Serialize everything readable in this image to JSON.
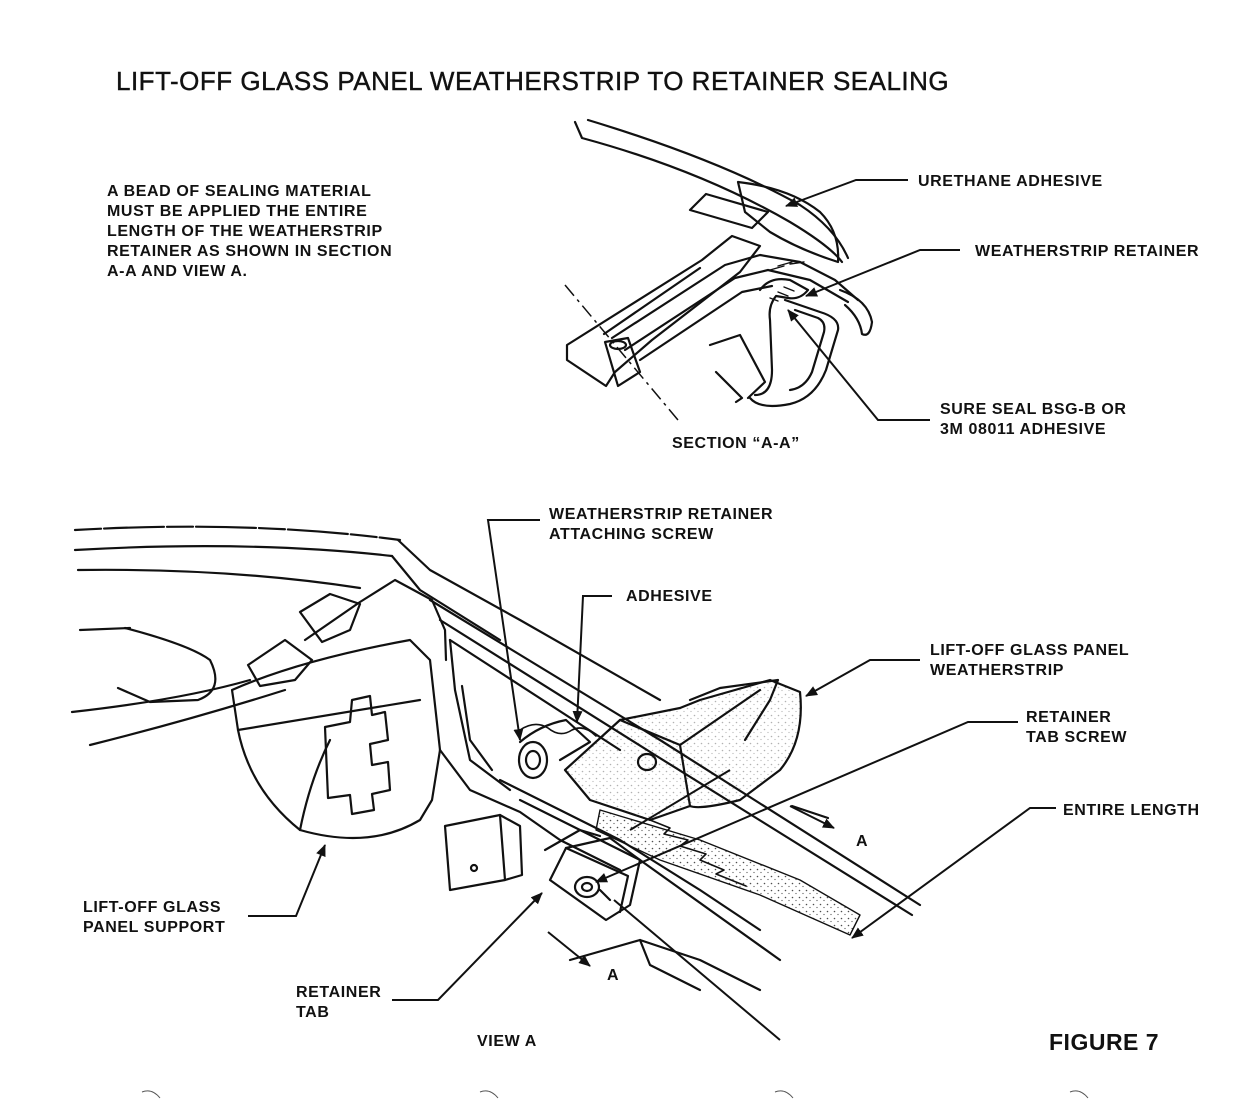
{
  "title": "LIFT-OFF GLASS PANEL WEATHERSTRIP TO RETAINER SEALING",
  "note": "A BEAD OF SEALING MATERIAL\nMUST BE APPLIED THE ENTIRE\nLENGTH OF THE WEATHERSTRIP\nRETAINER AS SHOWN IN SECTION\nA-A AND VIEW A.",
  "section": {
    "caption": "SECTION “A-A”",
    "labels": {
      "urethane": "URETHANE ADHESIVE",
      "retainer": "WEATHERSTRIP RETAINER",
      "sure_seal": "SURE SEAL BSG-B OR\n3M 08011 ADHESIVE"
    }
  },
  "view": {
    "caption": "VIEW A",
    "labels": {
      "attaching_screw": "WEATHERSTRIP RETAINER\nATTACHING SCREW",
      "adhesive": "ADHESIVE",
      "weatherstrip": "LIFT-OFF GLASS PANEL\nWEATHERSTRIP",
      "tab_screw": "RETAINER\nTAB SCREW",
      "entire_length": "ENTIRE LENGTH",
      "panel_support": "LIFT-OFF GLASS\nPANEL SUPPORT",
      "retainer_tab": "RETAINER\nTAB",
      "a_upper": "A",
      "a_lower": "A"
    }
  },
  "figure_label": "FIGURE 7"
}
